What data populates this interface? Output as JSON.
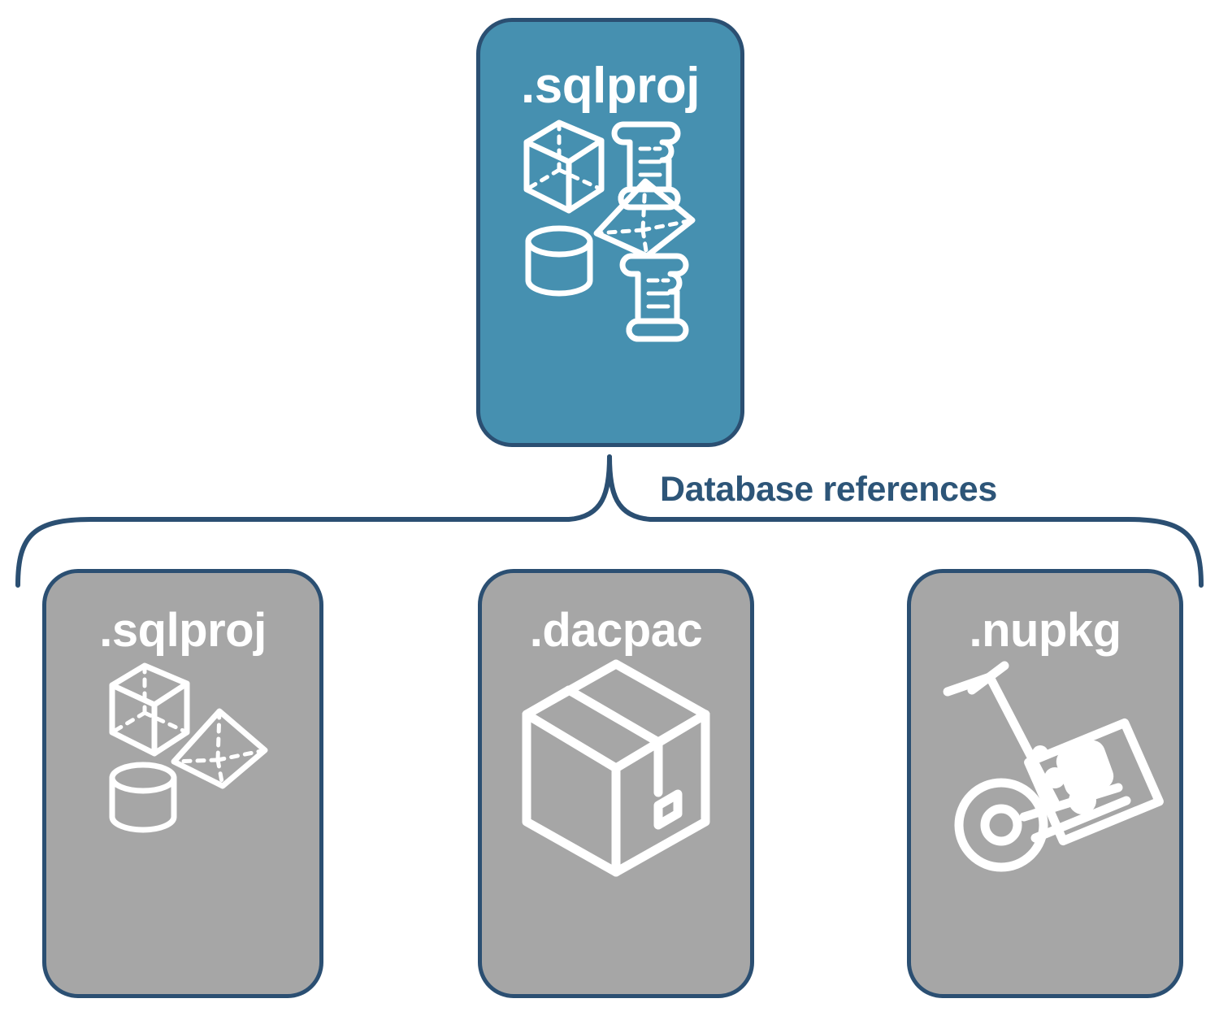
{
  "diagram": {
    "title": "Database references",
    "colors": {
      "primary_fill": "#4690B0",
      "secondary_fill": "#A6A6A6",
      "stroke": "#2B4F72",
      "label_text": "#2D5578",
      "icon_stroke": "#FFFFFF",
      "background": "#FFFFFF"
    }
  },
  "root": {
    "label": ".sqlproj",
    "icons": [
      "cube-wireframe-icon",
      "scroll-document-icon",
      "pyramid-wireframe-icon",
      "cylinder-wireframe-icon",
      "scroll-document-icon"
    ]
  },
  "connector": {
    "label": "Database references",
    "type": "curly-brace-down"
  },
  "references": [
    {
      "label": ".sqlproj",
      "icons": [
        "cube-wireframe-icon",
        "pyramid-wireframe-icon",
        "cylinder-wireframe-icon"
      ]
    },
    {
      "label": ".dacpac",
      "icons": [
        "shipping-box-icon"
      ]
    },
    {
      "label": ".nupkg",
      "icons": [
        "hand-truck-icon",
        "package-label-icon"
      ]
    }
  ]
}
